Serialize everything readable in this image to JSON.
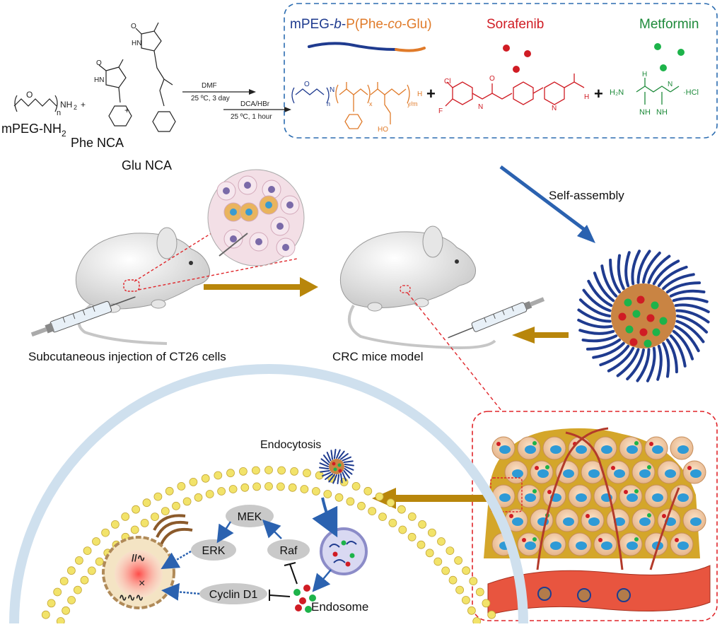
{
  "synthesis": {
    "reactant1": "mPEG-NH",
    "reactant1_sub": "2",
    "reactant2": "Phe NCA",
    "reactant3": "Glu NCA",
    "step1_reagent": "DMF",
    "step1_cond": "25 ºC, 3 day",
    "step2_reagent": "DCA/HBr",
    "step2_cond": "25 ºC, 1 hour",
    "plus": "+",
    "nh2_label": "NH",
    "nh2_sub": "2",
    "n_label": "n",
    "hn_label": "HN",
    "o_label": "O"
  },
  "components": {
    "polymer_prefix": "mPEG-",
    "polymer_b": "b",
    "polymer_mid": "-",
    "polymer_p": "P(Phe-",
    "polymer_co": "co",
    "polymer_suffix": "-Glu)",
    "drug1": "Sorafenib",
    "drug2": "Metformin",
    "polymer_n": "n",
    "polymer_x": "x",
    "polymer_y": "y",
    "polymer_m": "m",
    "polymer_h": "H",
    "polymer_nh": "N",
    "polymer_hooh": "HO",
    "sorafenib_cl": "Cl",
    "sorafenib_cf": "F",
    "sorafenib_n": "N",
    "sorafenib_h": "H",
    "sorafenib_o": "O",
    "metformin_h2n": "H₂N",
    "metformin_nh": "NH",
    "metformin_h": "H",
    "metformin_n": "N",
    "metformin_hcl": "·HCl",
    "plus": "+"
  },
  "labels": {
    "self_assembly": "Self-assembly",
    "injection": "Subcutaneous injection of CT26 cells",
    "crc_model": "CRC mice model",
    "endocytosis": "Endocytosis",
    "endosome": "Endosome",
    "mek": "MEK",
    "erk": "ERK",
    "raf": "Raf",
    "cyclin": "Cyclin D1"
  },
  "colors": {
    "mpeg_blue": "#1f3b8f",
    "phe_orange": "#e07b2a",
    "sorafenib_red": "#d01c24",
    "metformin_green": "#1d8a3a",
    "arrow_gold": "#b8860b",
    "dashed_red": "#e0252a",
    "dashed_blue": "#2b6cb0"
  }
}
